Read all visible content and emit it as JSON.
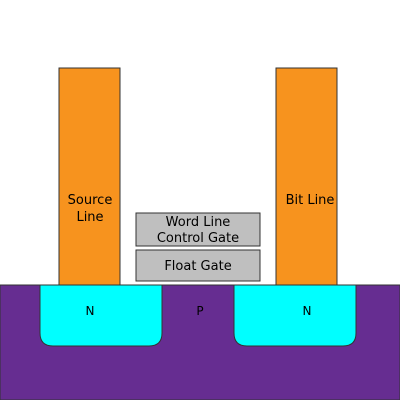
{
  "labels": {
    "source_line_1": "Source",
    "source_line_2": "Line",
    "bit_line": "Bit Line",
    "control_gate_1": "Word Line",
    "control_gate_2": "Control Gate",
    "float_gate": "Float Gate",
    "n_left": "N",
    "p_substrate": "P",
    "n_right": "N"
  },
  "colors": {
    "substrate": "#662d91",
    "n_region": "#00ffff",
    "electrode": "#f7931e",
    "gate": "#bfbfbf"
  }
}
